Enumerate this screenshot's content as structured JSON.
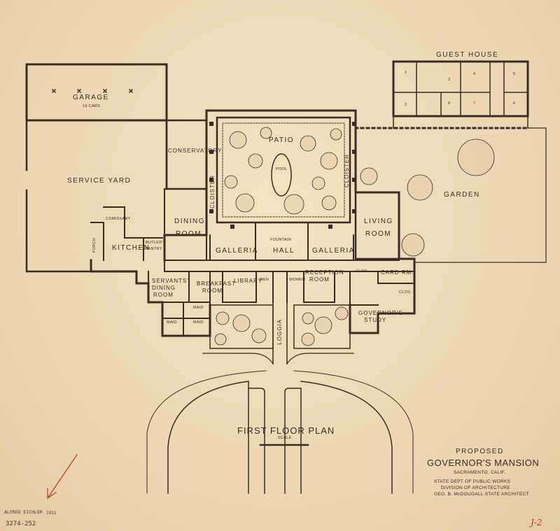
{
  "rooms": {
    "garage": "GARAGE",
    "garage_note": "10 CARS",
    "service_yard": "SERVICE YARD",
    "conservatory": "CONSERVATORY",
    "patio": "PATIO",
    "pool": "POOL",
    "cloister_left": "CLOISTER",
    "cloister_right": "CLOISTER",
    "guest_house": "GUEST HOUSE",
    "garden": "GARDEN",
    "dining": "DINING",
    "room": "ROOM",
    "living": "LIVING",
    "living_room": "ROOM",
    "kitchen": "KITCHEN",
    "butlers": "BUTLER'S",
    "pantry": "PANTRY",
    "commissary": "COMISSARY",
    "porch": "PORCH",
    "galleria_left": "GALLERIA",
    "galleria_right": "GALLERIA",
    "hall": "HALL",
    "servants": "SERVANTS'",
    "servants_dining": "DINING",
    "servants_room": "ROOM",
    "breakfast": "BREAKFAST",
    "breakfast_room": "ROOM",
    "library": "LIBRARY",
    "men": "MEN",
    "women": "WOMEN",
    "reception": "RECEPTION",
    "reception_room": "ROOM",
    "clos_left": "CLOS.",
    "clos_right": "CLOS.",
    "card_room": "CARD RM.",
    "governors": "GOVERNOR'S",
    "study": "STUDY",
    "maid_1": "MAID",
    "maid_2": "MAID",
    "maid_3": "MAID",
    "loggia": "LOGGIA",
    "fountain": "FOUNTAIN"
  },
  "guest_rooms": [
    "1",
    "2",
    "3",
    "4",
    "5",
    "6",
    "7",
    "8"
  ],
  "plan_title": "FIRST FLOOR PLAN",
  "scale_label": "SCALE",
  "title_block": {
    "proposed": "PROPOSED",
    "name": "GOVERNOR'S MANSION",
    "location": "SACRAMENTO, CALIF.",
    "dept": "STATE DEPT OF PUBLIC WORKS",
    "division": "DIVISION OF ARCHITECTURE",
    "architect": "GEO. B. McDOUGALL    STATE ARCHITECT"
  },
  "annotations": {
    "signature": "ALFRED EICHLER",
    "year": "1931",
    "catalog": "3274-252",
    "sheet_mark": "J-2"
  },
  "colors": {
    "paper": "#eedcb8",
    "ink": "#3a2a22",
    "red_pencil": "#c2392b"
  }
}
